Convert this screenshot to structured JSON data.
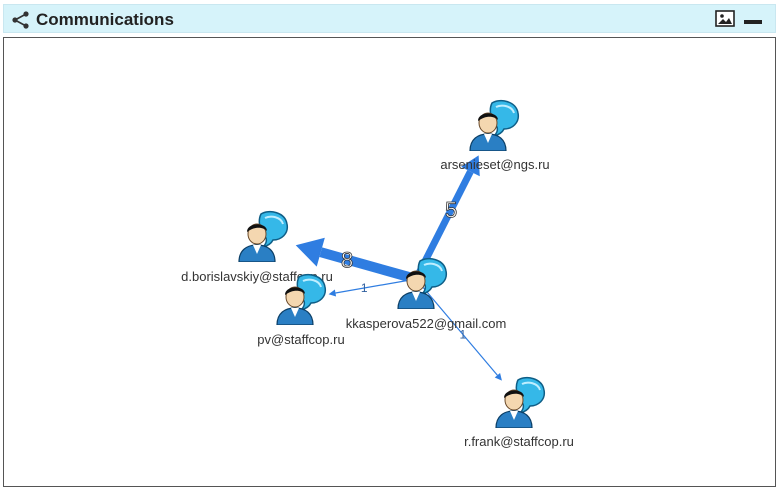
{
  "widget": {
    "title": "Communications",
    "icons": {
      "graph": "share-graph-icon",
      "image": "image-icon",
      "minimize": "minimize-icon"
    }
  },
  "graph": {
    "nodes": [
      {
        "id": "kkasperova",
        "label": "kkasperova522@gmail.com"
      },
      {
        "id": "arsenieset",
        "label": "arsenieset@ngs.ru"
      },
      {
        "id": "dborislavskiy",
        "label": "d.borislavskiy@staffcop.ru"
      },
      {
        "id": "pv",
        "label": "pv@staffcop.ru"
      },
      {
        "id": "rfrank",
        "label": "r.frank@staffcop.ru"
      }
    ],
    "edges": [
      {
        "from": "kkasperova",
        "to": "arsenieset",
        "count": "5"
      },
      {
        "from": "kkasperova",
        "to": "dborislavskiy",
        "count": "8"
      },
      {
        "from": "kkasperova",
        "to": "pv",
        "count": "1"
      },
      {
        "from": "kkasperova",
        "to": "rfrank",
        "count": "1"
      }
    ],
    "colors": {
      "edge": "#2f7de1",
      "bubble": "#35b8e8",
      "shirt": "#2a7fc4",
      "skin": "#f4d7b0",
      "hair": "#111111"
    }
  }
}
